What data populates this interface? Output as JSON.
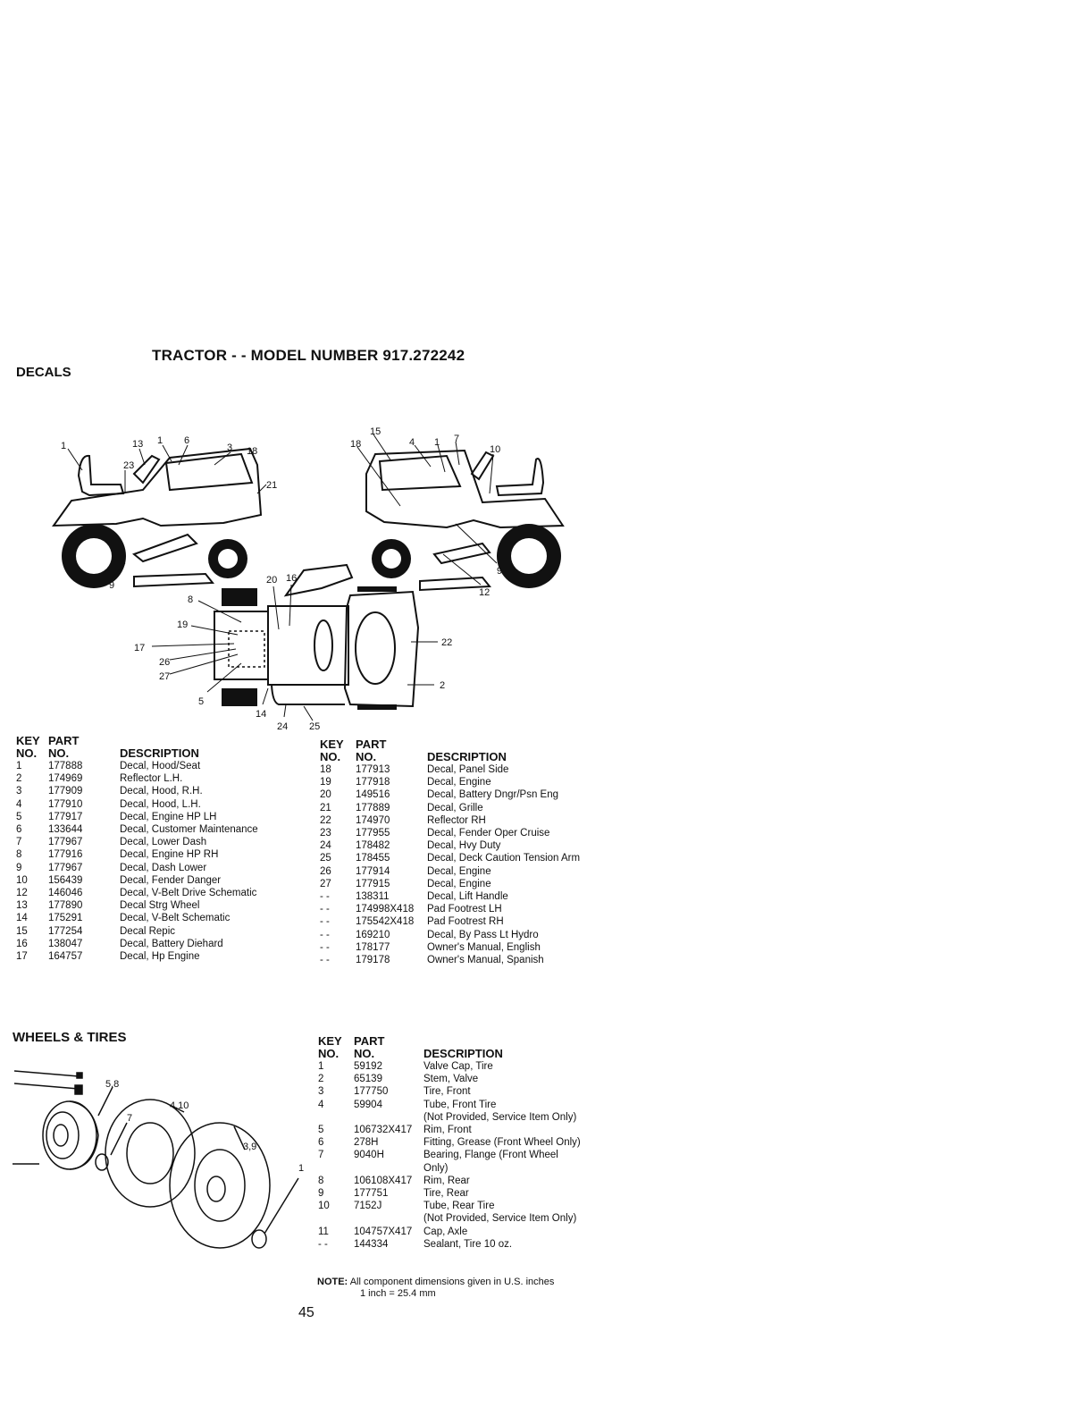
{
  "title": "TRACTOR - - MODEL NUMBER 917.272242",
  "decals": {
    "heading": "DECALS",
    "headers": {
      "key1": "KEY",
      "key2": "NO.",
      "part1": "PART",
      "part2": "NO.",
      "desc": "DESCRIPTION"
    },
    "callouts_left": [
      "1",
      "13",
      "1",
      "6",
      "3",
      "18",
      "23",
      "21",
      "9"
    ],
    "callouts_right": [
      "15",
      "18",
      "4",
      "1",
      "7",
      "10",
      "9",
      "12"
    ],
    "callouts_top": [
      "20",
      "16",
      "8",
      "19",
      "17",
      "26",
      "27",
      "5",
      "14",
      "24",
      "25",
      "22",
      "2"
    ],
    "left_rows": [
      {
        "key": "1",
        "part": "177888",
        "desc": "Decal, Hood/Seat"
      },
      {
        "key": "2",
        "part": "174969",
        "desc": "Reflector L.H."
      },
      {
        "key": "3",
        "part": "177909",
        "desc": "Decal, Hood, R.H."
      },
      {
        "key": "4",
        "part": "177910",
        "desc": "Decal, Hood, L.H."
      },
      {
        "key": "5",
        "part": "177917",
        "desc": "Decal, Engine HP LH"
      },
      {
        "key": "6",
        "part": "133644",
        "desc": "Decal, Customer Maintenance"
      },
      {
        "key": "7",
        "part": "177967",
        "desc": "Decal, Lower Dash"
      },
      {
        "key": "8",
        "part": "177916",
        "desc": "Decal, Engine HP RH"
      },
      {
        "key": "9",
        "part": "177967",
        "desc": "Decal, Dash Lower"
      },
      {
        "key": "10",
        "part": "156439",
        "desc": "Decal, Fender Danger"
      },
      {
        "key": "12",
        "part": "146046",
        "desc": "Decal, V-Belt Drive Schematic"
      },
      {
        "key": "13",
        "part": "177890",
        "desc": "Decal Strg Wheel"
      },
      {
        "key": "14",
        "part": "175291",
        "desc": "Decal, V-Belt Schematic"
      },
      {
        "key": "15",
        "part": "177254",
        "desc": "Decal Repic"
      },
      {
        "key": "16",
        "part": "138047",
        "desc": "Decal, Battery Diehard"
      },
      {
        "key": "17",
        "part": "164757",
        "desc": "Decal, Hp Engine"
      }
    ],
    "right_rows": [
      {
        "key": "18",
        "part": "177913",
        "desc": "Decal, Panel Side"
      },
      {
        "key": "19",
        "part": "177918",
        "desc": "Decal, Engine"
      },
      {
        "key": "20",
        "part": "149516",
        "desc": "Decal, Battery Dngr/Psn Eng"
      },
      {
        "key": "21",
        "part": "177889",
        "desc": "Decal, Grille"
      },
      {
        "key": "22",
        "part": "174970",
        "desc": "Reflector RH"
      },
      {
        "key": "23",
        "part": "177955",
        "desc": "Decal, Fender Oper Cruise"
      },
      {
        "key": "24",
        "part": "178482",
        "desc": "Decal, Hvy Duty"
      },
      {
        "key": "25",
        "part": "178455",
        "desc": "Decal, Deck Caution Tension Arm"
      },
      {
        "key": "26",
        "part": "177914",
        "desc": "Decal, Engine"
      },
      {
        "key": "27",
        "part": "177915",
        "desc": "Decal, Engine"
      },
      {
        "key": "- -",
        "part": "138311",
        "desc": "Decal, Lift Handle"
      },
      {
        "key": "- -",
        "part": "174998X418",
        "desc": "Pad Footrest LH"
      },
      {
        "key": "- -",
        "part": "175542X418",
        "desc": "Pad Footrest RH"
      },
      {
        "key": "- -",
        "part": "169210",
        "desc": "Decal, By Pass Lt Hydro"
      },
      {
        "key": "- -",
        "part": "178177",
        "desc": "Owner's Manual, English"
      },
      {
        "key": "- -",
        "part": "179178",
        "desc": "Owner's Manual, Spanish"
      }
    ]
  },
  "wheels": {
    "heading": "WHEELS & TIRES",
    "callouts": [
      "5,8",
      "4,10",
      "7",
      "3,9",
      "1"
    ],
    "rows": [
      {
        "key": "1",
        "part": "59192",
        "desc": "Valve Cap, Tire"
      },
      {
        "key": "2",
        "part": "65139",
        "desc": "Stem, Valve"
      },
      {
        "key": "3",
        "part": "177750",
        "desc": "Tire, Front"
      },
      {
        "key": "4",
        "part": "59904",
        "desc": "Tube, Front Tire"
      },
      {
        "key": "",
        "part": "",
        "desc": "(Not Provided, Service Item Only)"
      },
      {
        "key": "5",
        "part": "106732X417",
        "desc": "Rim, Front"
      },
      {
        "key": "6",
        "part": "278H",
        "desc": "Fitting, Grease (Front Wheel Only)"
      },
      {
        "key": "7",
        "part": "9040H",
        "desc": "Bearing, Flange (Front Wheel"
      },
      {
        "key": "",
        "part": "",
        "desc": "Only)"
      },
      {
        "key": "8",
        "part": "106108X417",
        "desc": "Rim, Rear"
      },
      {
        "key": "9",
        "part": "177751",
        "desc": "Tire, Rear"
      },
      {
        "key": "10",
        "part": "7152J",
        "desc": "Tube, Rear Tire"
      },
      {
        "key": "",
        "part": "",
        "desc": "(Not Provided, Service Item Only)"
      },
      {
        "key": "11",
        "part": "104757X417",
        "desc": "Cap, Axle"
      },
      {
        "key": "- -",
        "part": "144334",
        "desc": "Sealant, Tire 10 oz."
      }
    ]
  },
  "note": {
    "label": "NOTE:",
    "line1": "All component dimensions given in U.S. inches",
    "line2": "1 inch = 25.4 mm"
  },
  "page_number": "45"
}
